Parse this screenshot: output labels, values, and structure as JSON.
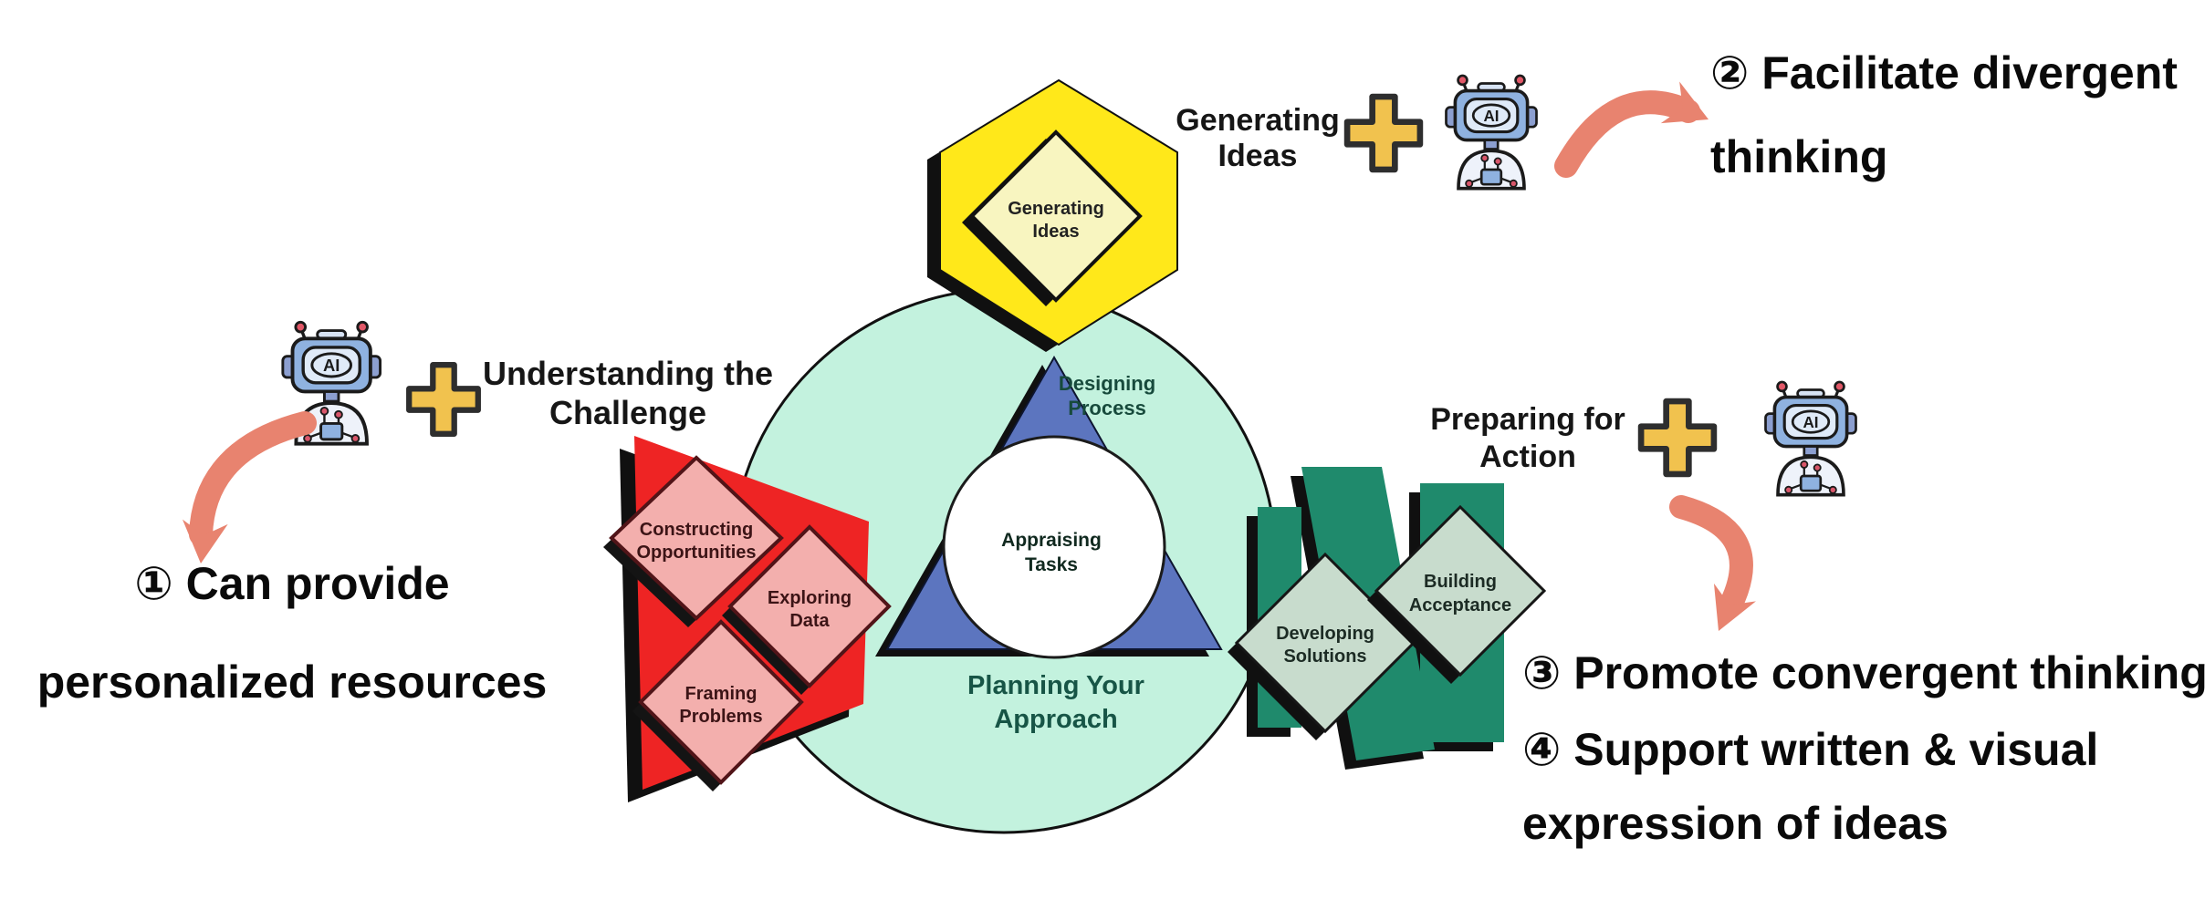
{
  "diagram": {
    "generating_diamond": [
      "Generating",
      "Ideas"
    ],
    "designing": [
      "Designing",
      "Process"
    ],
    "appraising": [
      "Appraising",
      "Tasks"
    ],
    "planning": [
      "Planning Your",
      "Approach"
    ],
    "constructing": [
      "Constructing",
      "Opportunities"
    ],
    "exploring": [
      "Exploring",
      "Data"
    ],
    "framing": [
      "Framing",
      "Problems"
    ],
    "developing": [
      "Developing",
      "Solutions"
    ],
    "building": [
      "Building",
      "Acceptance"
    ]
  },
  "labels": {
    "understanding": [
      "Understanding the",
      "Challenge"
    ],
    "generating": [
      "Generating",
      "Ideas"
    ],
    "preparing": [
      "Preparing for",
      "Action"
    ]
  },
  "notes": {
    "left": [
      "① Can provide",
      "personalized resources"
    ],
    "top": [
      "② Facilitate divergent",
      "thinking"
    ],
    "right": [
      "③ Promote convergent thinking",
      "④ Support written & visual",
      "expression of ideas"
    ]
  },
  "robot": {
    "label": "AI"
  },
  "colors": {
    "mint": "#C3F2DE",
    "yellow_hexagon": "#FFE81A",
    "pale_yellow_diamond": "#F8F5C0",
    "red_shape": "#EE2424",
    "pink_diamond": "#F3AFAD",
    "blue_triangle": "#5C75BF",
    "green_chevron": "#1F8A6C",
    "sage_diamond": "#C8DCCD",
    "coral_arrow": "#E8836F",
    "gold_plus": "#F1C24E",
    "dark_green_text": "#175546",
    "outline": "#111111"
  }
}
